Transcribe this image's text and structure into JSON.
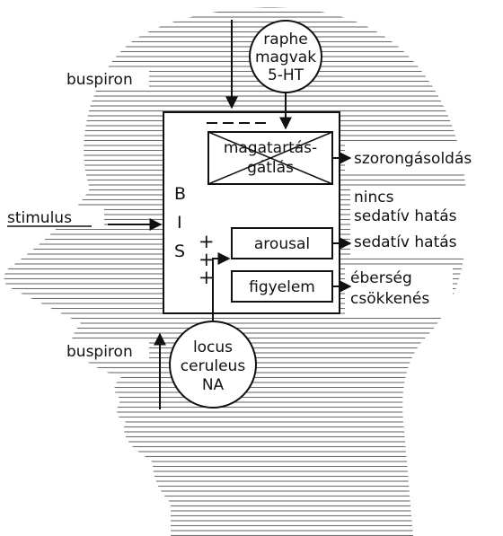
{
  "colors": {
    "ink": "#111111",
    "background": "#ffffff",
    "hatch": "#6e6e6e"
  },
  "labels": {
    "raphe": [
      "raphe",
      "magvak",
      "5-HT"
    ],
    "buspiron_top": "buspiron",
    "buspiron_bottom": "buspiron",
    "stimulus": "stimulus",
    "bis_letters": [
      "B",
      "I",
      "S"
    ],
    "plus_signs": [
      "+",
      "+",
      "+"
    ],
    "magatartas": [
      "magatartás-",
      "gátlás"
    ],
    "arousal": "arousal",
    "figyelem": "figyelem",
    "out_szorongas": "szorongásoldás",
    "out_nincs": [
      "nincs",
      "sedatív hatás"
    ],
    "out_sedativ": "sedatív hatás",
    "out_eberseg": [
      "éberség",
      "csökkenés"
    ],
    "locus": [
      "locus",
      "ceruleus",
      "NA"
    ]
  }
}
